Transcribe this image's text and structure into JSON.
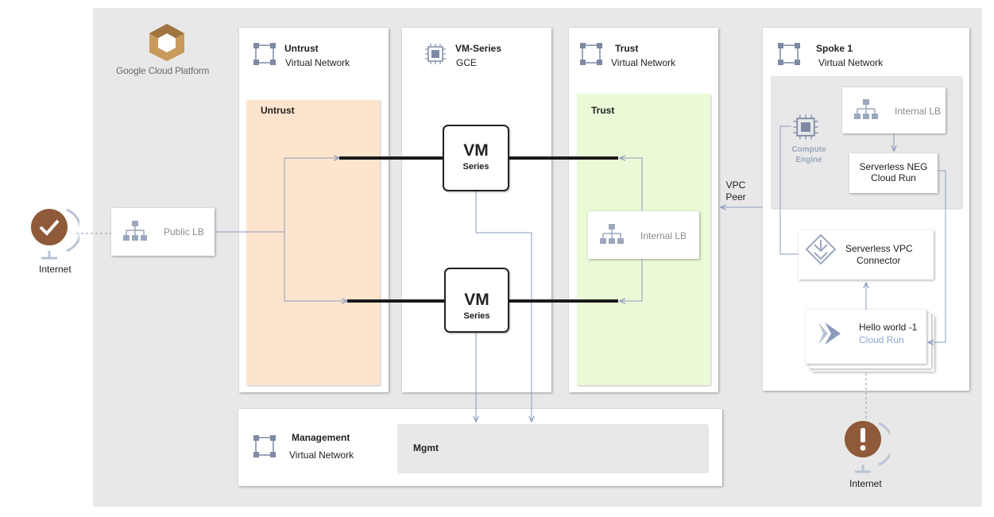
{
  "platform": {
    "logo_text": "Google Cloud Platform"
  },
  "untrust_vnet": {
    "title": "Untrust",
    "subtitle": "Virtual Network",
    "subnet": "Untrust"
  },
  "vmseries_col": {
    "title": "VM-Series",
    "subtitle": "GCE"
  },
  "trust_vnet": {
    "title": "Trust",
    "subtitle": "Virtual Network",
    "subnet": "Trust",
    "internal_lb": "Internal LB"
  },
  "spoke": {
    "title": "Spoke 1",
    "subtitle": "Virtual Network",
    "internal_lb": "Internal LB",
    "compute_engine_line1": "Compute",
    "compute_engine_line2": "Engine",
    "neg_line1": "Serverless NEG",
    "neg_line2": "Cloud Run",
    "connector_line1": "Serverless VPC",
    "connector_line2": "Connector",
    "hello_line1": "Hello world -1",
    "hello_line2": "Cloud Run"
  },
  "vpc_peer": {
    "line1": "VPC",
    "line2": "Peer"
  },
  "public_lb": {
    "label": "Public LB"
  },
  "vm_top": {
    "big": "VM",
    "small": "Series"
  },
  "vm_bottom": {
    "big": "VM",
    "small": "Series"
  },
  "management": {
    "title": "Management",
    "subtitle": "Virtual Network",
    "subnet": "Mgmt"
  },
  "internet_left": {
    "label": "Internet"
  },
  "internet_right": {
    "label": "Internet"
  },
  "colors": {
    "untrust_fill": "#fde4cd",
    "trust_fill": "#ebfad6",
    "platform_bg": "#e8e8e8",
    "arrow": "#8a9bbd",
    "logo_brown": "#a0743f",
    "internet_brown": "#8e5a3a"
  }
}
